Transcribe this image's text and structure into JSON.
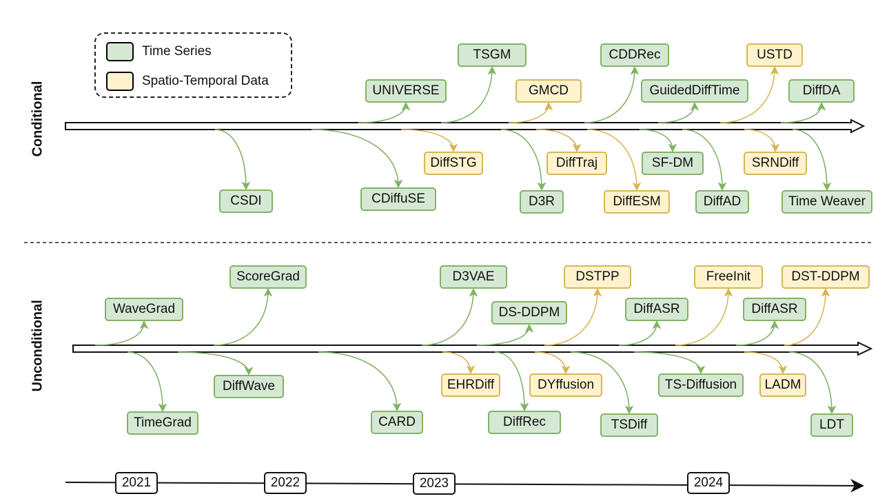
{
  "legend": {
    "items": [
      {
        "label": "Time Series",
        "type": "ts"
      },
      {
        "label": "Spatio-Temporal Data",
        "type": "st"
      }
    ]
  },
  "sections": {
    "conditional": "Conditional",
    "unconditional": "Unconditional"
  },
  "colors": {
    "ts_fill": "#d5e8d4",
    "ts_stroke": "#82b366",
    "st_fill": "#fff2cc",
    "st_stroke": "#d6b656"
  },
  "years": [
    "2021",
    "2022",
    "2023",
    "2024"
  ],
  "conditional_above": [
    {
      "label": "UNIVERSE",
      "type": "ts"
    },
    {
      "label": "TSGM",
      "type": "ts"
    },
    {
      "label": "GMCD",
      "type": "st"
    },
    {
      "label": "CDDRec",
      "type": "ts"
    },
    {
      "label": "GuidedDiffTime",
      "type": "ts"
    },
    {
      "label": "USTD",
      "type": "st"
    },
    {
      "label": "DiffDA",
      "type": "ts"
    }
  ],
  "conditional_below": [
    {
      "label": "CSDI",
      "type": "ts"
    },
    {
      "label": "CDiffuSE",
      "type": "ts"
    },
    {
      "label": "DiffSTG",
      "type": "st"
    },
    {
      "label": "D3R",
      "type": "ts"
    },
    {
      "label": "DiffTraj",
      "type": "st"
    },
    {
      "label": "DiffESM",
      "type": "st"
    },
    {
      "label": "SF-DM",
      "type": "ts"
    },
    {
      "label": "DiffAD",
      "type": "ts"
    },
    {
      "label": "SRNDiff",
      "type": "st"
    },
    {
      "label": "Time Weaver",
      "type": "ts"
    }
  ],
  "unconditional_above": [
    {
      "label": "WaveGrad",
      "type": "ts"
    },
    {
      "label": "ScoreGrad",
      "type": "ts"
    },
    {
      "label": "D3VAE",
      "type": "ts"
    },
    {
      "label": "DS-DDPM",
      "type": "ts"
    },
    {
      "label": "DSTPP",
      "type": "st"
    },
    {
      "label": "DiffASR",
      "type": "ts"
    },
    {
      "label": "FreeInit",
      "type": "st"
    },
    {
      "label": "DiffASR",
      "type": "ts"
    },
    {
      "label": "DST-DDPM",
      "type": "st"
    }
  ],
  "unconditional_below": [
    {
      "label": "TimeGrad",
      "type": "ts"
    },
    {
      "label": "DiffWave",
      "type": "ts"
    },
    {
      "label": "CARD",
      "type": "ts"
    },
    {
      "label": "EHRDiff",
      "type": "st"
    },
    {
      "label": "DiffRec",
      "type": "ts"
    },
    {
      "label": "DYffusion",
      "type": "st"
    },
    {
      "label": "TSDiff",
      "type": "ts"
    },
    {
      "label": "TS-Diffusion",
      "type": "ts"
    },
    {
      "label": "LADM",
      "type": "st"
    },
    {
      "label": "LDT",
      "type": "ts"
    }
  ]
}
